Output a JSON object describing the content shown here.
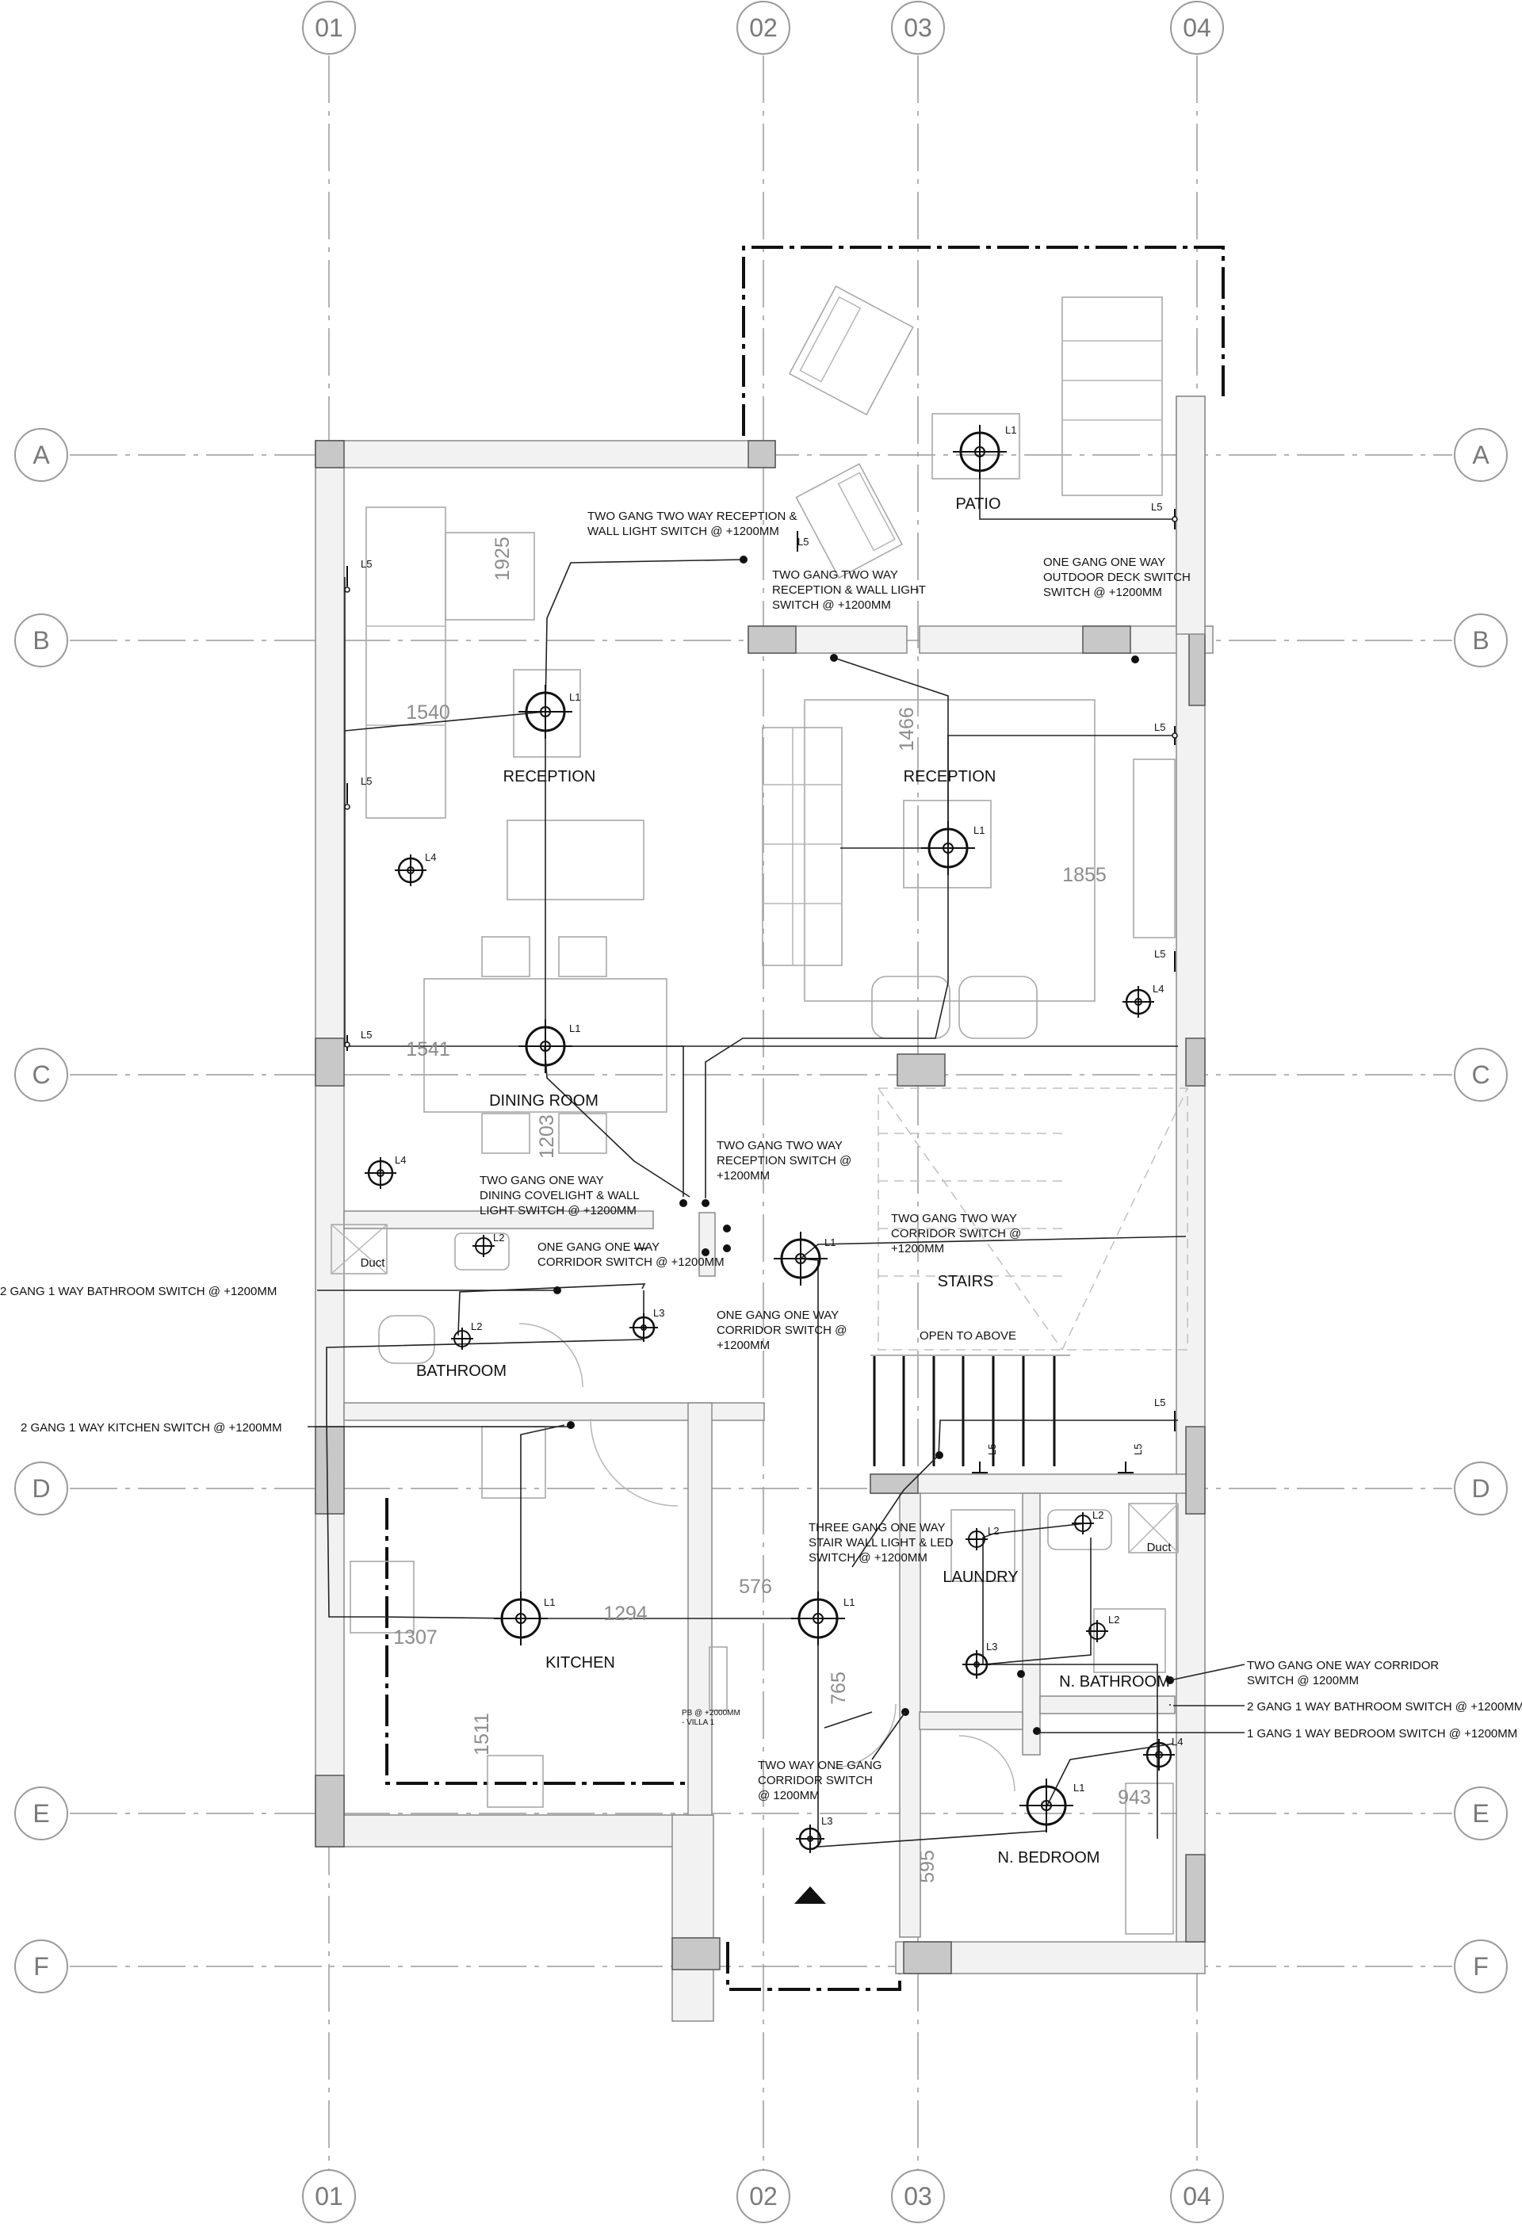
{
  "grid": {
    "columns": [
      "01",
      "02",
      "03",
      "04"
    ],
    "rows": [
      "A",
      "B",
      "C",
      "D",
      "E",
      "F"
    ]
  },
  "rooms": {
    "patio": "PATIO",
    "reception_left": "RECEPTION",
    "reception_right": "RECEPTION",
    "dining_room": "DINING ROOM",
    "stairs": "STAIRS",
    "open_to_above": "OPEN TO ABOVE",
    "bathroom": "BATHROOM",
    "duct_left": "Duct",
    "duct_right": "Duct",
    "laundry": "LAUNDRY",
    "kitchen": "KITCHEN",
    "n_bathroom": "N. BATHROOM",
    "n_bedroom": "N. BEDROOM"
  },
  "dimensions": {
    "d1925": "1925",
    "d1540": "1540",
    "d1466": "1466",
    "d1855": "1855",
    "d1541": "1541",
    "d1203": "1203",
    "d1294": "1294",
    "d576": "576",
    "d1307": "1307",
    "d765": "765",
    "d1511": "1511",
    "d943": "943",
    "d595": "595"
  },
  "light_tags": {
    "L1": "L1",
    "L2": "L2",
    "L3": "L3",
    "L4": "L4",
    "L5": "L5"
  },
  "notes": {
    "n1_line1": "TWO GANG TWO WAY RECEPTION &",
    "n1_line2": "WALL LIGHT SWITCH @ +1200MM",
    "n2_line1": "TWO GANG TWO WAY",
    "n2_line2": "RECEPTION & WALL LIGHT",
    "n2_line3": "SWITCH @ +1200MM",
    "n3_line1": "ONE GANG ONE WAY",
    "n3_line2": "OUTDOOR DECK SWITCH",
    "n3_line3": "SWITCH @ +1200MM",
    "n4_line1": "TWO GANG TWO WAY",
    "n4_line2": "RECEPTION SWITCH @",
    "n4_line3": "+1200MM",
    "n5_line1": "TWO GANG ONE WAY",
    "n5_line2": "DINING COVELIGHT & WALL",
    "n5_line3": "LIGHT SWITCH @ +1200MM",
    "n6_line1": "TWO GANG TWO WAY",
    "n6_line2": "CORRIDOR SWITCH @",
    "n6_line3": "+1200MM",
    "n7": "ONE GANG ONE WAY",
    "n7_line2": "CORRIDOR SWITCH @ +1200MM",
    "n8": "2 GANG 1 WAY BATHROOM SWITCH @ +1200MM",
    "n9_line1": "ONE GANG ONE WAY",
    "n9_line2": "CORRIDOR SWITCH @",
    "n9_line3": "+1200MM",
    "n10": "2 GANG 1 WAY KITCHEN SWITCH @ +1200MM",
    "n11_line1": "THREE GANG ONE WAY",
    "n11_line2": "STAIR WALL LIGHT & LED",
    "n11_line3": "SWITCH @ +1200MM",
    "n12_line1": "TWO GANG ONE WAY CORRIDOR",
    "n12_line2": "SWITCH @ 1200MM",
    "n13": "2 GANG 1 WAY BATHROOM SWITCH @ +1200MM",
    "n14": "1 GANG 1 WAY BEDROOM SWITCH @ +1200MM",
    "n15_line1": "TWO WAY ONE GANG",
    "n15_line2": "CORRIDOR SWITCH",
    "n15_line3": "@ 1200MM",
    "pb_line1": "PB @ +2000MM",
    "pb_line2": "- VILLA 1"
  },
  "colors": {
    "grid": "#9a9a9a",
    "wire": "#222222",
    "wall_fill": "#f2f2f2"
  }
}
